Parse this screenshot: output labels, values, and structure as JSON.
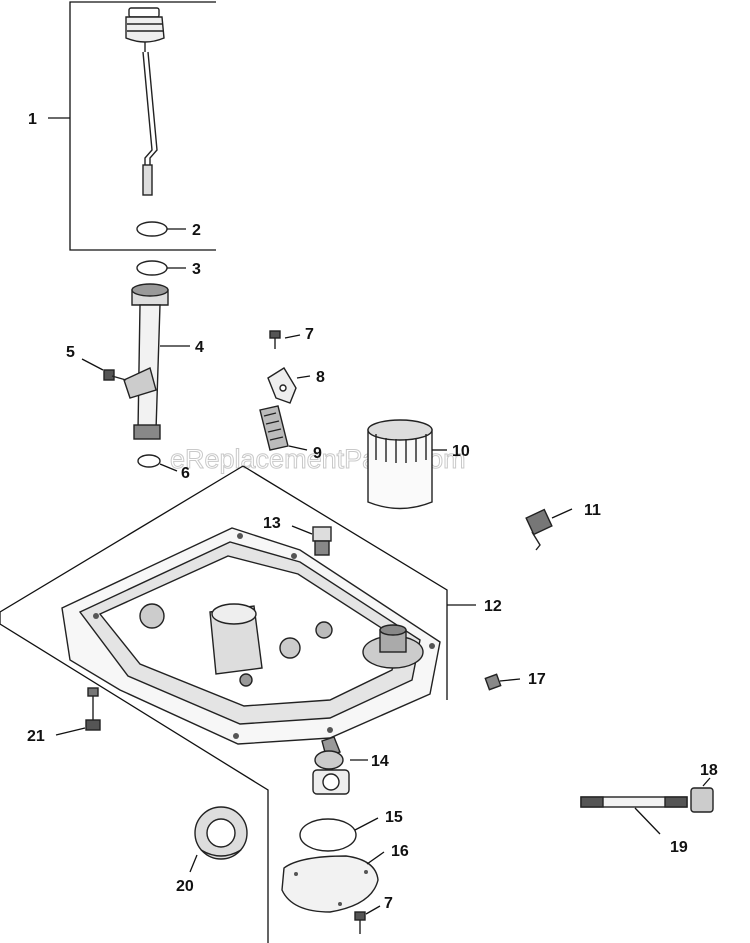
{
  "watermark": "eReplacementParts.com",
  "callouts": {
    "c1": "1",
    "c2": "2",
    "c3": "3",
    "c4": "4",
    "c5": "5",
    "c6": "6",
    "c7a": "7",
    "c7b": "7",
    "c8": "8",
    "c9": "9",
    "c10": "10",
    "c11": "11",
    "c12": "12",
    "c13": "13",
    "c14": "14",
    "c15": "15",
    "c16": "16",
    "c17": "17",
    "c18": "18",
    "c19": "19",
    "c20": "20",
    "c21": "21"
  }
}
